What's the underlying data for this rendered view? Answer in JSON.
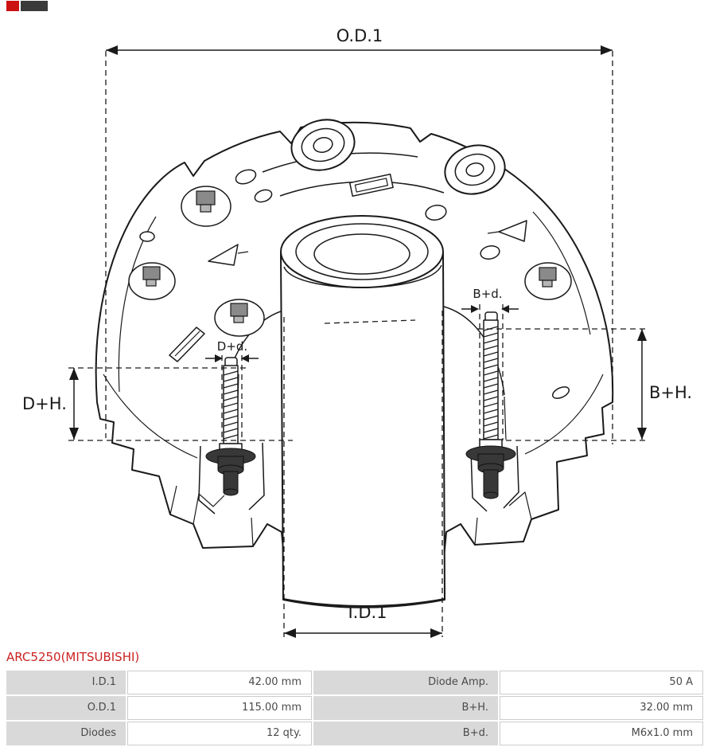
{
  "colors": {
    "accent_red": "#cc2222",
    "drawing_line": "#1a1a1a",
    "table_label_bg": "#d9d9d9",
    "table_border": "#cccccc"
  },
  "diagram": {
    "dim_labels": {
      "od1": "O.D.1",
      "id1": "I.D.1",
      "dh": "D+H.",
      "bh": "B+H.",
      "dd": "D+d.",
      "bd": "B+d."
    }
  },
  "product": {
    "title": "ARC5250(MITSUBISHI)"
  },
  "spec_table": {
    "rows": [
      {
        "c0": "I.D.1",
        "c1": "42.00 mm",
        "c2": "Diode Amp.",
        "c3": "50 A"
      },
      {
        "c0": "O.D.1",
        "c1": "115.00 mm",
        "c2": "B+H.",
        "c3": "32.00 mm"
      },
      {
        "c0": "Diodes",
        "c1": "12 qty.",
        "c2": "B+d.",
        "c3": "M6x1.0 mm"
      }
    ]
  }
}
